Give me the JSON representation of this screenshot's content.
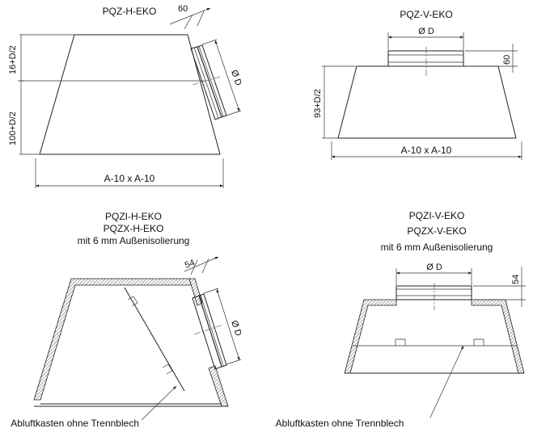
{
  "views": {
    "tl": {
      "title": "PQZ-H-EKO",
      "dim_top": "60",
      "dim_diam": "Ø D",
      "dim_upper": "16+D/2",
      "dim_lower": "100+D/2",
      "dim_bottom": "A-10 x A-10"
    },
    "tr": {
      "title": "PQZ-V-EKO",
      "dim_diam": "Ø D",
      "dim_neck": "60",
      "dim_height": "93+D/2",
      "dim_bottom": "A-10 x A-10"
    },
    "bl": {
      "title1": "PQZI-H-EKO",
      "title2": "PQZX-H-EKO",
      "title3": "mit 6 mm Außenisolierung",
      "dim_top": "54",
      "dim_diam": "Ø D",
      "note": "Abluftkasten ohne Trennblech"
    },
    "br": {
      "title1": "PQZI-V-EKO",
      "title2": "PQZX-V-EKO",
      "title3": "mit 6 mm Außenisolierung",
      "dim_diam": "Ø D",
      "dim_neck": "54",
      "note": "Abluftkasten ohne Trennblech"
    }
  },
  "colors": {
    "line": "#222222",
    "hatch": "#555555"
  }
}
